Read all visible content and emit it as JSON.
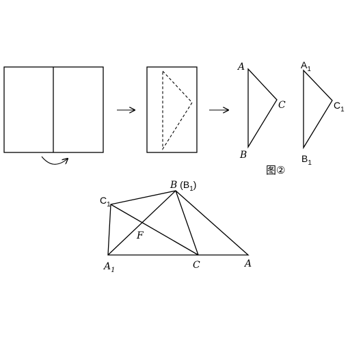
{
  "step1": {
    "title": "",
    "note": ""
  },
  "panel3": {
    "left_triangle": {
      "A": "A",
      "B": "B",
      "C": "C"
    },
    "right_triangle": {
      "A1_base": "A",
      "A1_sub": "1",
      "B1_base": "B",
      "B1_sub": "1",
      "C1_base": "C",
      "C1_sub": "1"
    },
    "caption": "图②"
  },
  "bottom_figure": {
    "B_label": "B",
    "B1_paren_open": " (B",
    "B1_sub": "1",
    "B1_paren_close": ")",
    "C1_base": "C",
    "C1_sub": "1",
    "F_label": "F",
    "A1_base": "A",
    "A1_sub": "1",
    "C_label": "C",
    "A_label": "A"
  }
}
